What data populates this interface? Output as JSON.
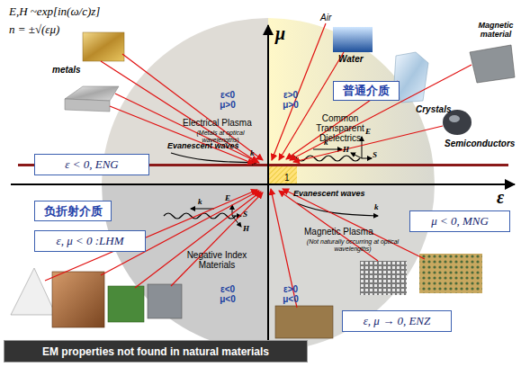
{
  "diagram": {
    "nodes": [
      {
        "text": [
          "普通介质"
        ]
      },
      {
        "text": [
          "ε < 0, ENG"
        ]
      },
      {
        "text": [
          "负折射介质"
        ]
      },
      {
        "text": [
          "μ < 0, MNG"
        ]
      },
      {
        "text": [
          "ε, μ < 0 :LHM"
        ]
      },
      {
        "text": [
          "ε, μ → 0, ENZ"
        ]
      },
      {
        "text": [
          "EM properties not found in natural materials"
        ]
      }
    ],
    "labels": [
      "E,H ~exp[in(ω/c)z]",
      "n = ±√(εμ)",
      "metals",
      "μ",
      "Air",
      "Water",
      "Magnetic material",
      "Crystals",
      "ε<0 μ>0",
      "ε>0 μ>0",
      "Electrical Plasma",
      "(Metals at optical wavelengths)",
      "Common Transparent Dielectrics",
      "Semiconductors",
      "E",
      "H",
      "Evanescent waves",
      "k",
      "k",
      "S",
      "1",
      "ε",
      "S",
      "E",
      "k",
      "H",
      "Evanescent waves",
      "k",
      "Negative Index Materials",
      "Magnetic Plasma",
      "(Not naturally occurring at optical wavelengths)",
      "ε<0 μ<0",
      "ε>0 μ<0"
    ]
  }
}
